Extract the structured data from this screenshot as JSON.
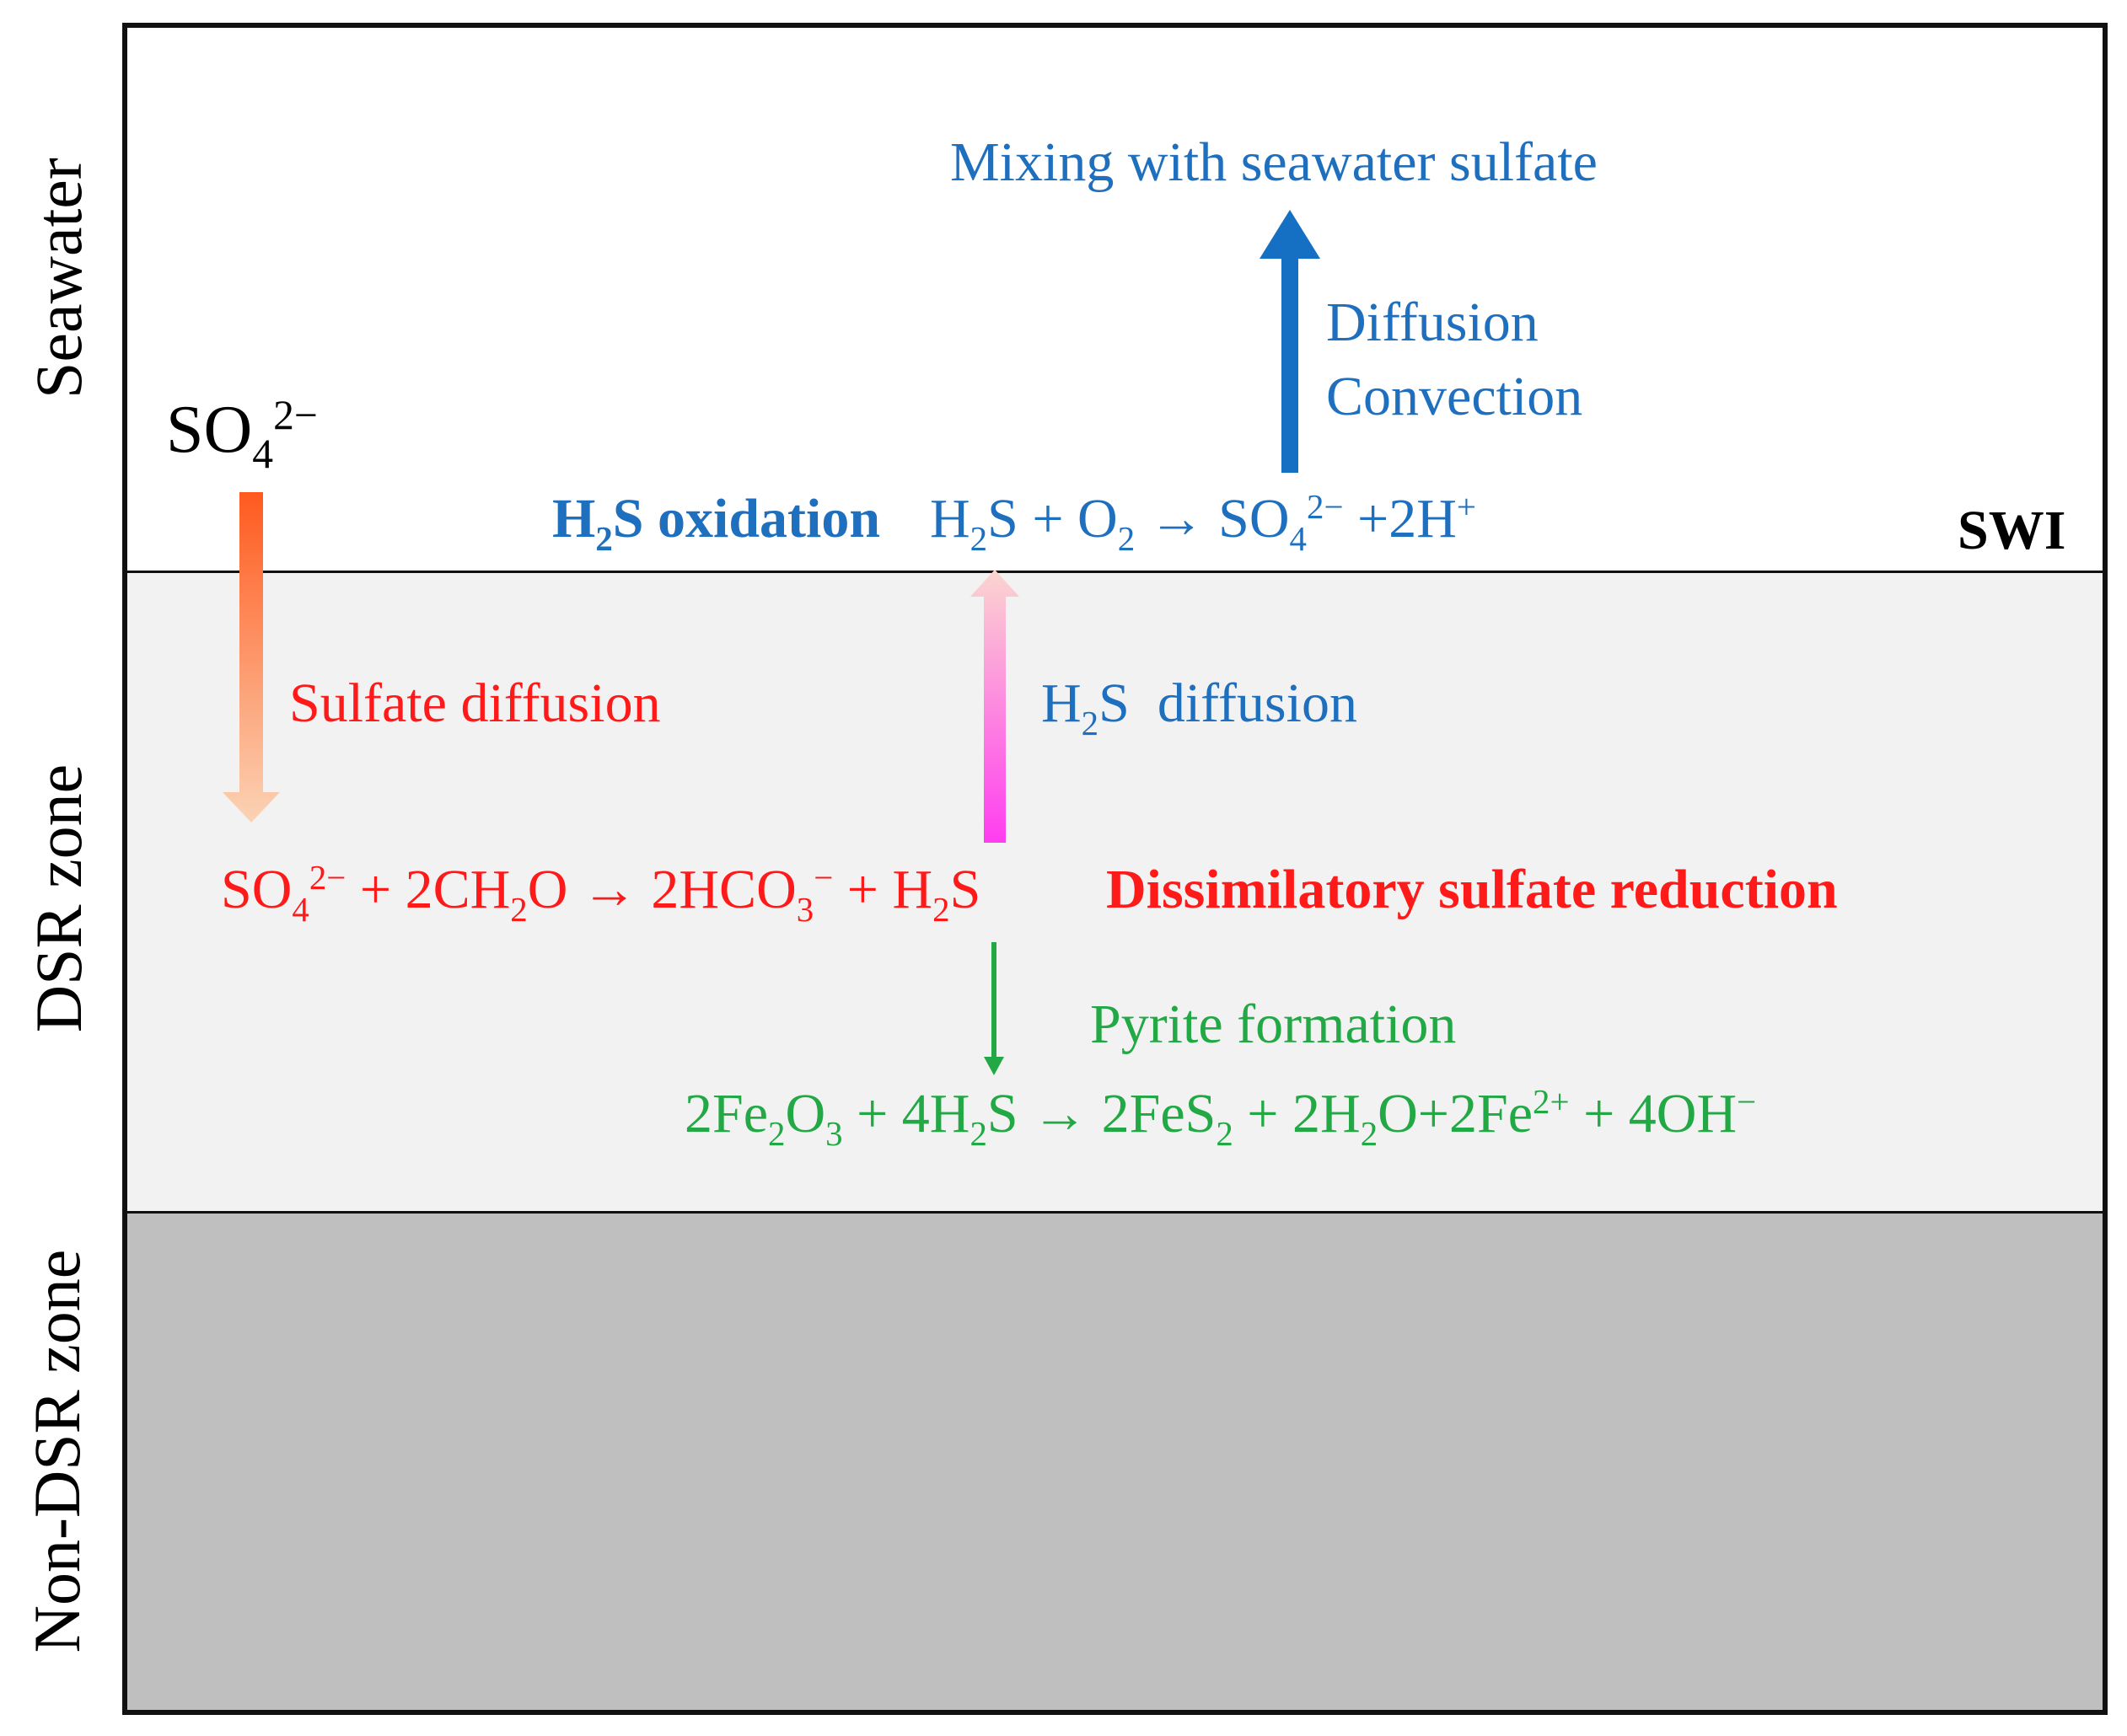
{
  "zones": {
    "seawater": "Seawater",
    "dsr": "DSR zone",
    "non_dsr": "Non-DSR zone",
    "swi": "SWI"
  },
  "labels": {
    "mixing": "Mixing with seawater sulfate",
    "diffusion": "Diffusion",
    "convection": "Convection",
    "h2s_oxidation": "H2S oxidation",
    "sulfate_diffusion": "Sulfate diffusion",
    "h2s_diffusion": "H2S  diffusion",
    "dsr": "Dissimilatory sulfate reduction",
    "pyrite_formation": "Pyrite formation"
  },
  "formulas": {
    "sulfate_ion": "SO42−",
    "oxidation_reaction": "H2S + O2 → SO42− +2H+",
    "dsr_reaction": "SO42− + 2CH2O → 2HCO3− + H2S",
    "pyrite_reaction": "2Fe2O3 + 4H2S → 2FeS2 + 2H2O+2Fe2+ + 4OH−"
  },
  "colors": {
    "blue": "#1f6fbf",
    "red": "#ff1a1a",
    "green": "#22a845",
    "dsr_zone_fill": "#f2f2f2",
    "non_dsr_zone_fill": "#bfbfbf",
    "sulfate_arrow_top": "#ff5a1e",
    "sulfate_arrow_bottom": "#fbd3b5",
    "h2s_arrow_top": "#fbd6cf",
    "h2s_arrow_bottom": "#ff3df0"
  }
}
